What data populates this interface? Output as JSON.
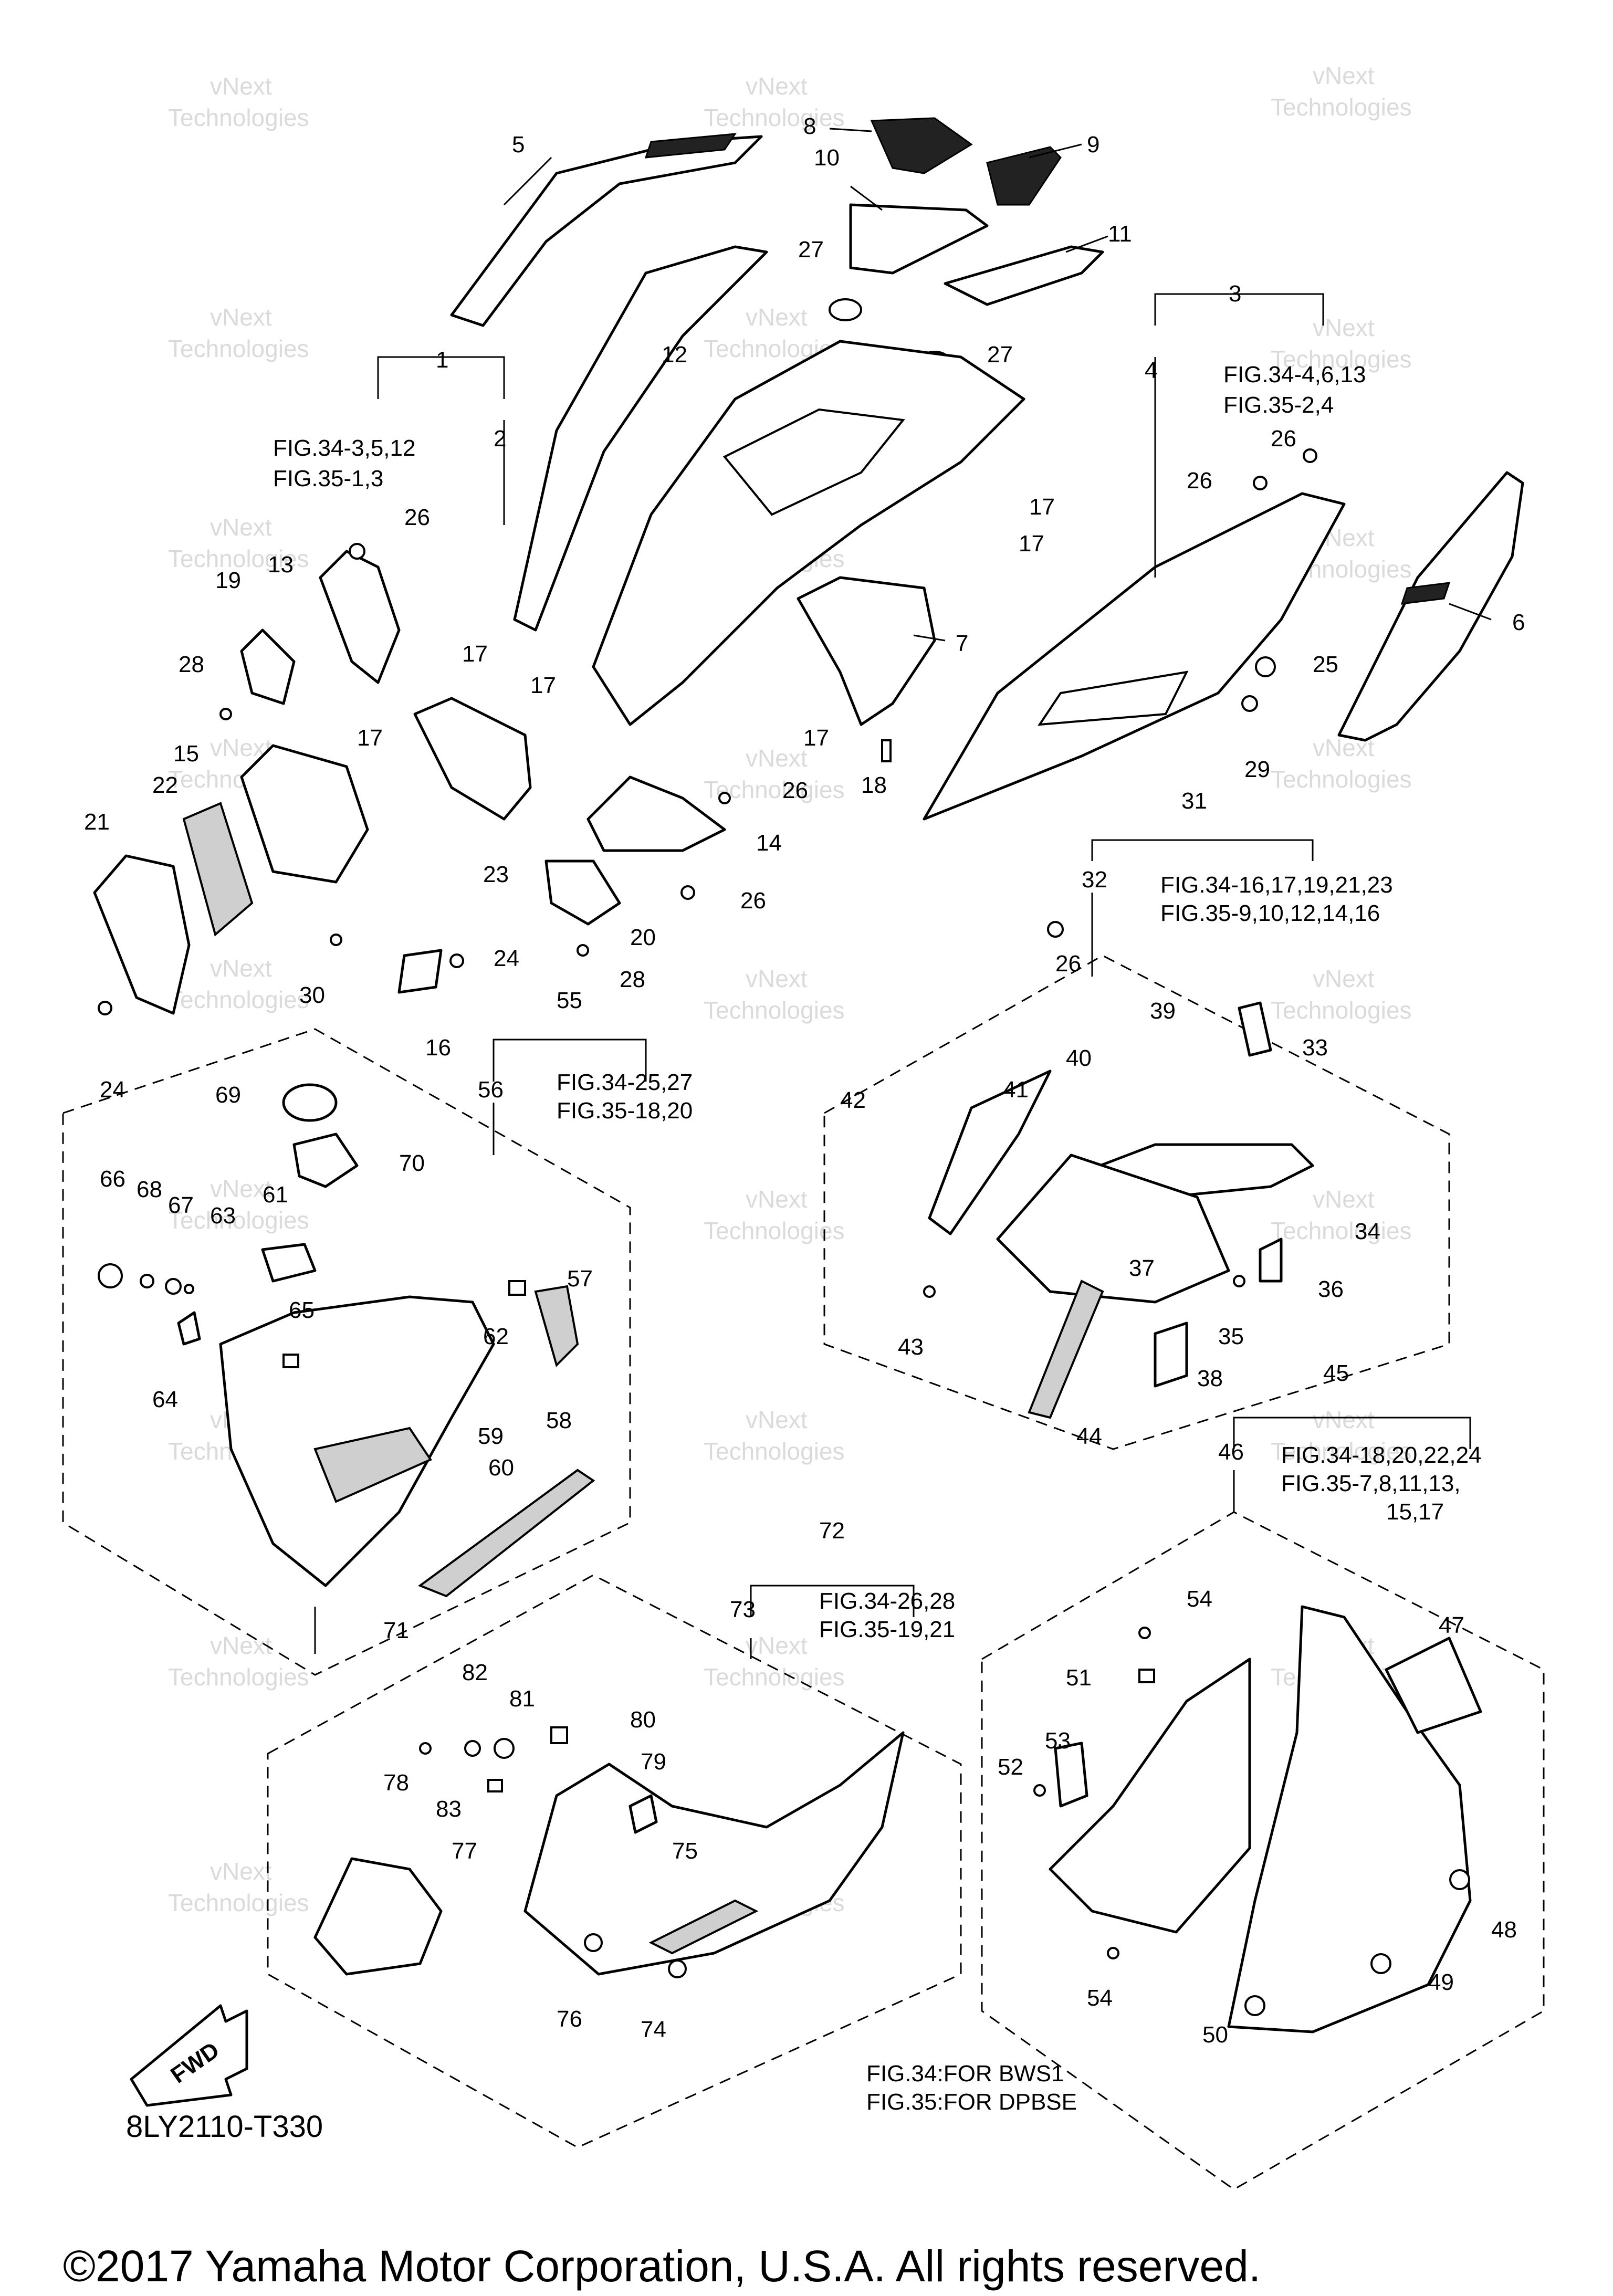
{
  "diagram": {
    "drawing_code": "8LY2110-T330",
    "fwd_label": "FWD",
    "copyright": "©2017 Yamaha Motor Corporation, U.S.A. All rights reserved.",
    "notes": {
      "fig34": "FIG.34:FOR BWS1",
      "fig35": "FIG.35:FOR DPBSE"
    },
    "watermark": [
      "vNext",
      "Technologies"
    ],
    "references": {
      "ref_1a": "FIG.34-3,5,12",
      "ref_1b": "FIG.35-1,3",
      "ref_3a": "FIG.34-4,6,13",
      "ref_3b": "FIG.35-2,4",
      "ref_31a": "FIG.34-16,17,19,21,23",
      "ref_31b": "FIG.35-9,10,12,14,16",
      "ref_55a": "FIG.34-25,27",
      "ref_55b": "FIG.35-18,20",
      "ref_45a": "FIG.34-18,20,22,24",
      "ref_45b": "FIG.35-7,8,11,13,",
      "ref_45c": "15,17",
      "ref_72a": "FIG.34-26,28",
      "ref_72b": "FIG.35-19,21"
    },
    "callouts": {
      "n1": "1",
      "n2": "2",
      "n3": "3",
      "n4": "4",
      "n5": "5",
      "n6": "6",
      "n7": "7",
      "n8": "8",
      "n9": "9",
      "n10": "10",
      "n11": "11",
      "n12": "12",
      "n13": "13",
      "n14": "14",
      "n15": "15",
      "n16": "16",
      "n17a": "17",
      "n17b": "17",
      "n17c": "17",
      "n17d": "17",
      "n17e": "17",
      "n17f": "17",
      "n18": "18",
      "n19": "19",
      "n20": "20",
      "n21": "21",
      "n22": "22",
      "n23": "23",
      "n24a": "24",
      "n24b": "24",
      "n25": "25",
      "n26a": "26",
      "n26b": "26",
      "n26c": "26",
      "n26d": "26",
      "n26e": "26",
      "n26f": "26",
      "n27a": "27",
      "n27b": "27",
      "n28a": "28",
      "n28b": "28",
      "n29": "29",
      "n30": "30",
      "n31": "31",
      "n32": "32",
      "n33": "33",
      "n34": "34",
      "n35": "35",
      "n36": "36",
      "n37": "37",
      "n38": "38",
      "n39": "39",
      "n40": "40",
      "n41": "41",
      "n42": "42",
      "n43": "43",
      "n44": "44",
      "n45": "45",
      "n46": "46",
      "n47": "47",
      "n48": "48",
      "n49": "49",
      "n50": "50",
      "n51": "51",
      "n52": "52",
      "n53": "53",
      "n54a": "54",
      "n54b": "54",
      "n55": "55",
      "n56": "56",
      "n57": "57",
      "n58": "58",
      "n59": "59",
      "n60": "60",
      "n61": "61",
      "n62": "62",
      "n63": "63",
      "n64": "64",
      "n65": "65",
      "n66": "66",
      "n67": "67",
      "n68": "68",
      "n69": "69",
      "n70": "70",
      "n71": "71",
      "n72": "72",
      "n73": "73",
      "n74": "74",
      "n75": "75",
      "n76": "76",
      "n77": "77",
      "n78": "78",
      "n79": "79",
      "n80": "80",
      "n81": "81",
      "n82": "82",
      "n83": "83"
    }
  }
}
